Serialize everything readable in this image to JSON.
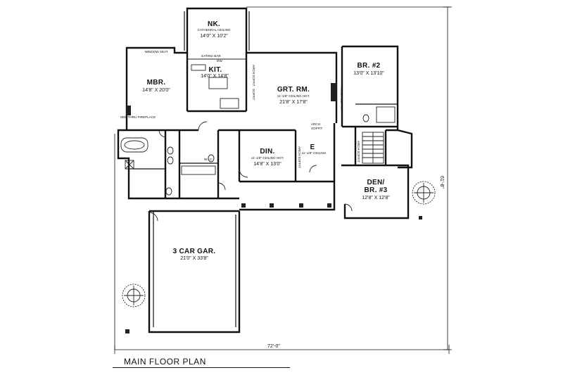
{
  "title": "MAIN FLOOR PLAN",
  "rooms": {
    "nook": {
      "name": "NK.",
      "note": "CATHEDRAL CEILING",
      "size": "14'0\" X 10'2\""
    },
    "kitchen": {
      "name": "KIT.",
      "size": "14'0\" X 14'8\"",
      "note": "EATING BAR"
    },
    "mbr": {
      "name": "MBR.",
      "size": "14'8\" X 20'0\"",
      "window_note": "WINDOW SEAT",
      "fireplace_note": "SEE-THRU FIREPLACE"
    },
    "great_room": {
      "name": "GRT. RM.",
      "note": "11'-1/8\" CEILING HGT.",
      "size": "21'8\" X 17'8\""
    },
    "br2": {
      "name": "BR. #2",
      "size": "13'0\" X 13'10\""
    },
    "dining": {
      "name": "DIN.",
      "note": "11'-1/8\" CEILING HGT.",
      "size": "14'8\" X 13'0\""
    },
    "entry": {
      "name": "E",
      "note": "11'-1/8\" CEILING"
    },
    "den": {
      "name": "DEN/",
      "name2": "BR. #3",
      "size": "12'8\" X 12'8\""
    },
    "garage": {
      "name": "3 CAR GAR.",
      "size": "21'0\" X 33'8\""
    }
  },
  "notes": {
    "arch_soffit": "ARCH SOFFIT",
    "arch": "ARCH",
    "soffit": "SOFFIT",
    "dw": "DW",
    "wic": "W.I.C."
  },
  "dimensions": {
    "width": "72'-0\"",
    "depth": "61'-8\""
  }
}
